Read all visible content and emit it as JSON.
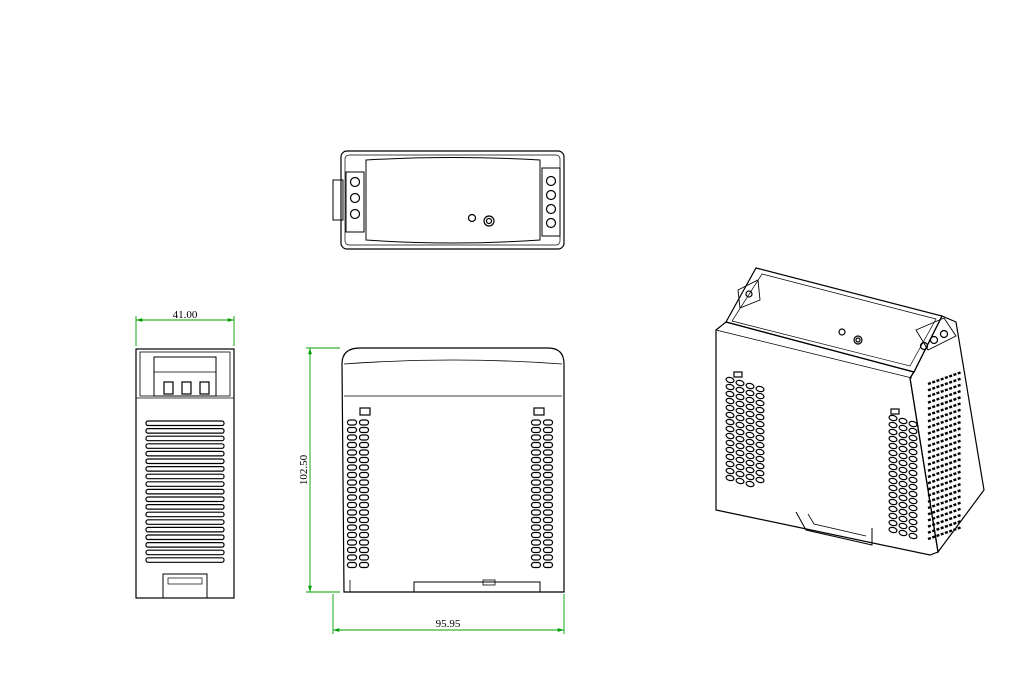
{
  "dimensions": {
    "side_width": "41.00",
    "front_height": "102.50",
    "front_width": "95.95"
  },
  "colors": {
    "line": "#000000",
    "dimension": "#00a000",
    "background": "#ffffff"
  },
  "views": {
    "top": "top-view",
    "side": "side-view",
    "front": "front-view",
    "iso": "isometric-view"
  }
}
